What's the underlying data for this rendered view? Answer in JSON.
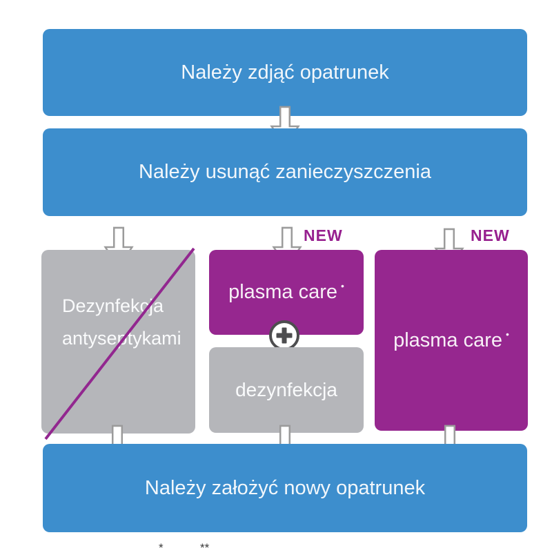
{
  "flow": {
    "step1": {
      "label": "Należy zdjąć opatrunek"
    },
    "step2": {
      "label": "Należy usunąć zanieczyszczenia"
    },
    "final": {
      "label": "Należy założyć nowy opatrunek"
    }
  },
  "options": {
    "left": {
      "line1": "Dezynfekcja",
      "line2": "antyseptykami",
      "crossed_out": "true"
    },
    "middle": {
      "badge": "NEW",
      "product": "plasma care",
      "trademark_dot": "•",
      "secondary": "dezynfekcja"
    },
    "right": {
      "badge": "NEW",
      "product": "plasma care",
      "trademark_dot": "•"
    }
  },
  "footnote": {
    "mark1": "*",
    "mark2": "**"
  },
  "icons": {
    "down_arrow": "down-arrow-icon",
    "plus": "plus-icon"
  },
  "colors": {
    "step_box": "#3d8ecd",
    "option_gray": "#b5b6ba",
    "option_purple": "#96278f",
    "new_badge": "#97208f",
    "cross_line": "#92278f",
    "arrow_fill": "#ffffff",
    "arrow_outline": "#9b9b9b",
    "plus_icon": "#4d4d4f",
    "text": "#f2f7fb"
  }
}
